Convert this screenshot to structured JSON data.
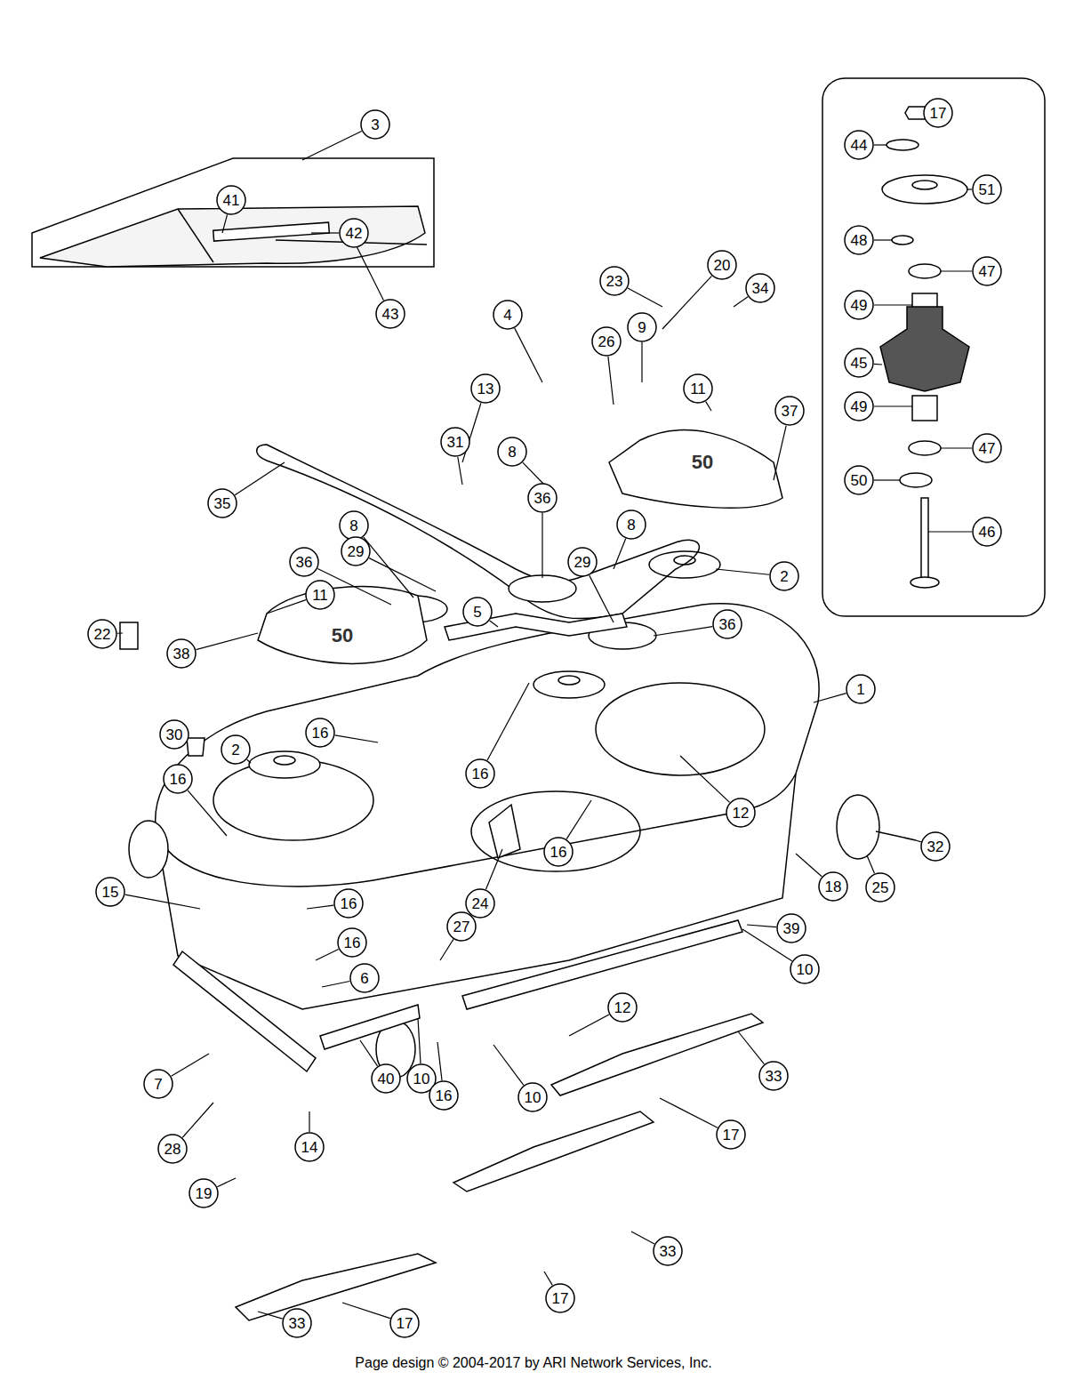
{
  "diagram": {
    "caption": "Page design © 2004-2017 by ARI Network Services, Inc.",
    "labels": [
      "17",
      "44",
      "51",
      "48",
      "47",
      "49",
      "45",
      "49",
      "47",
      "50",
      "46",
      "3",
      "41",
      "42",
      "43",
      "20",
      "34",
      "23",
      "4",
      "26",
      "9",
      "13",
      "11",
      "37",
      "8",
      "31",
      "35",
      "8",
      "36",
      "29",
      "36",
      "29",
      "8",
      "2",
      "36",
      "5",
      "11",
      "22",
      "38",
      "1",
      "30",
      "2",
      "16",
      "16",
      "16",
      "12",
      "16",
      "24",
      "32",
      "25",
      "18",
      "15",
      "16",
      "16",
      "27",
      "39",
      "10",
      "6",
      "12",
      "7",
      "40",
      "10",
      "16",
      "10",
      "33",
      "17",
      "28",
      "19",
      "14",
      "33",
      "17",
      "33",
      "17",
      "50",
      "50"
    ]
  }
}
